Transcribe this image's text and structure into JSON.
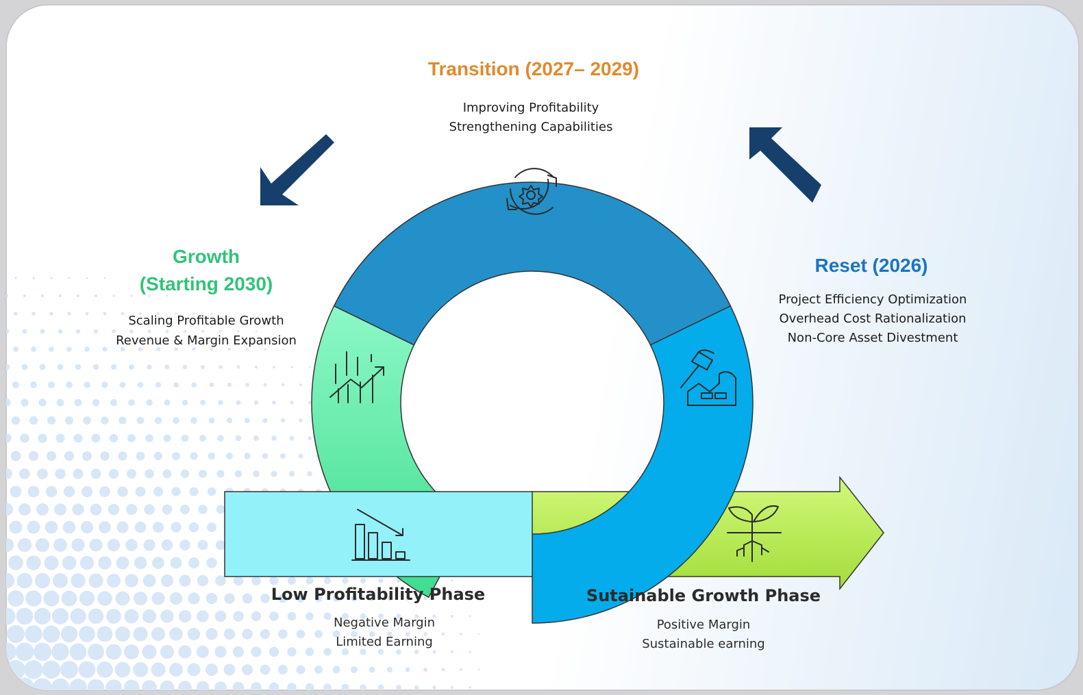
{
  "stages": {
    "transition": {
      "title": "Transition (2027– 2029)",
      "lines": [
        "Improving Profitability",
        "Strengthening Capabilities"
      ],
      "color": "#e08a2e",
      "segment_color": "#2490c9",
      "icon": "cycle-gear-icon"
    },
    "reset": {
      "title": "Reset (2026)",
      "lines": [
        "Project Efficiency Optimization",
        "Overhead Cost Rationalization",
        "Non-Core Asset Divestment"
      ],
      "color": "#1a75c2",
      "segment_color": "#04acec",
      "icon": "axe-factory-icon"
    },
    "growth": {
      "title_line1": "Growth",
      "title_line2": "(Starting 2030)",
      "lines": [
        "Scaling Profitable Growth",
        "Revenue & Margin Expansion"
      ],
      "color": "#33c27a",
      "segment_color": "#5be4a2",
      "icon": "chart-trend-up-icon"
    }
  },
  "phases": {
    "low": {
      "title": "Low Profitability Phase",
      "lines": [
        "Negative Margin",
        "Limited Earning"
      ],
      "color": "#93f1f9",
      "icon": "chart-trend-down-icon"
    },
    "sustainable": {
      "title": "Sutainable Growth Phase",
      "lines": [
        "Positive Margin",
        "Sustainable earning"
      ],
      "color": "#b3e853",
      "icon": "sprout-roots-icon"
    }
  },
  "arrow_color": "#163f6b"
}
